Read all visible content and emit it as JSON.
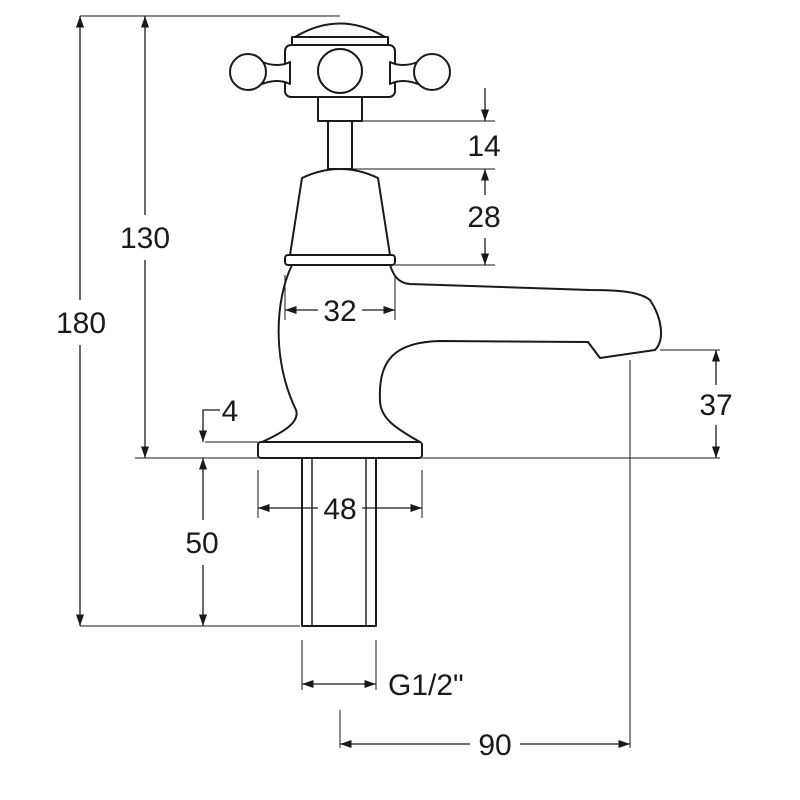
{
  "product_drawing": {
    "colors": {
      "line": "#1a1a1a",
      "background": "#ffffff"
    },
    "dimensions": {
      "overall_height": "180",
      "height_to_top": "130",
      "spindle": "14",
      "headgear_shroud": "28",
      "shroud_diameter": "32",
      "base_thickness": "4",
      "base_diameter": "48",
      "shank_length": "50",
      "spout_height": "37",
      "thread": "G1/2\"",
      "spout_reach": "90"
    }
  }
}
